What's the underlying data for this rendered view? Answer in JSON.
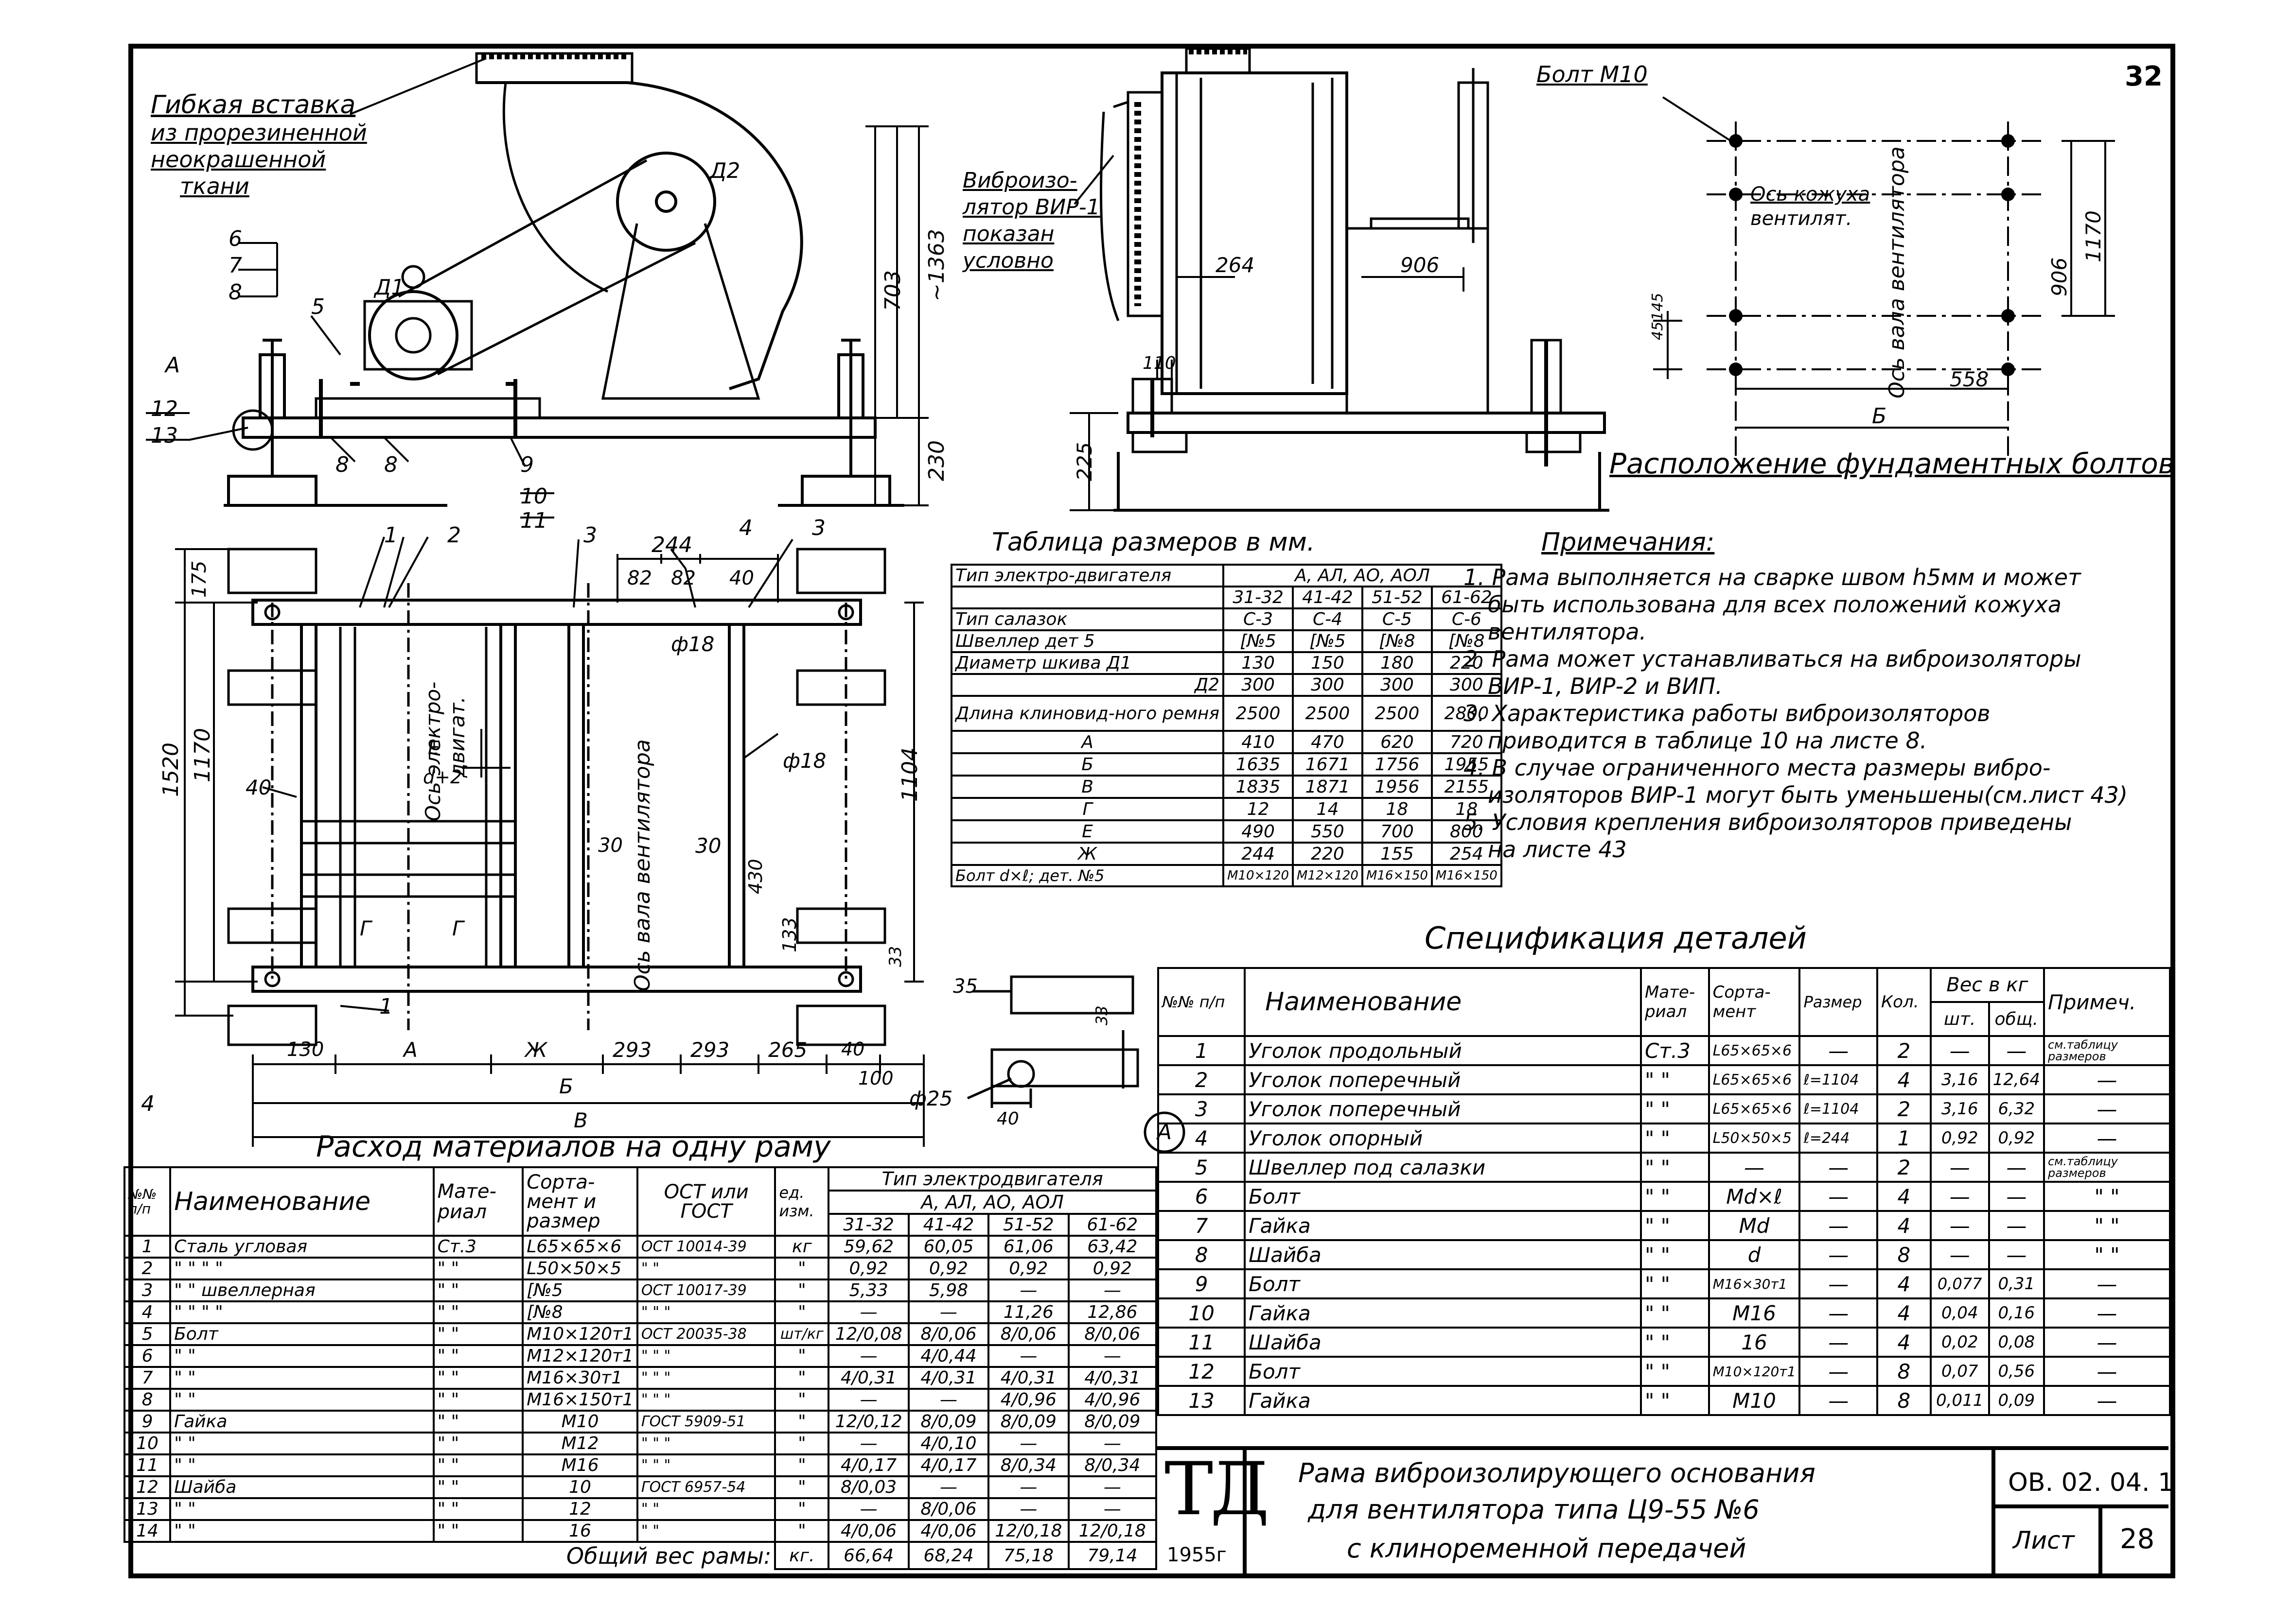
{
  "sheet_number_top": "32",
  "top_labels": {
    "flex_insert_1": "Гибкая вставка",
    "flex_insert_2": "из прорезиненной",
    "flex_insert_3": "неокрашенной",
    "flex_insert_4": "ткани",
    "vibro_1": "Виброизо-",
    "vibro_2": "лятор ВИР-1",
    "vibro_3": "показан",
    "vibro_4": "условно",
    "bolt_m10": "Болт М10",
    "axis_casing_1": "Ось кожуха",
    "axis_casing_2": "вентилят.",
    "axis_shaft": "Ось вала вентилятора",
    "bolt_layout_title": "Расположение фундаментных болтов",
    "d2": "Д2",
    "d1": "Д1",
    "callout_A": "А"
  },
  "dims": {
    "d703": "703",
    "d1363": "~1363",
    "d230": "230",
    "d225": "225",
    "d110": "110",
    "d264": "264",
    "d906a": "906",
    "d906b": "906",
    "d1170r": "1170",
    "d45": "45",
    "d145": "145",
    "d558": "558",
    "dB": "Б",
    "p6": "6",
    "p7": "7",
    "p8": "8",
    "p5": "5",
    "pA": "А",
    "p12": "12",
    "p13": "13",
    "p8b": "8",
    "p8c": "8",
    "p9": "9",
    "p10": "10",
    "p11": "11"
  },
  "plan": {
    "p1": "1",
    "p2": "2",
    "p3": "3",
    "p4": "4",
    "p3b": "3",
    "p1b": "1",
    "d244": "244",
    "d82a": "82",
    "d82b": "82",
    "d40": "40",
    "phi18a": "ф18",
    "d175": "175",
    "d1520": "1520",
    "d1170": "1170",
    "d1104": "1104",
    "d40l": "40",
    "axis_motor_1": "Ось электро-",
    "axis_motor_2": "двигат.",
    "axis_fan": "Ось вала вентилятора",
    "E": "Е",
    "dl2": "d+2",
    "d30a": "30",
    "d30b": "30",
    "phi18b": "ф18",
    "d430": "430",
    "d133": "133",
    "d33": "33",
    "G1": "Г",
    "G2": "Г",
    "b130": "130",
    "bA": "А",
    "bZh": "Ж",
    "b293a": "293",
    "b293b": "293",
    "b265": "265",
    "b40": "40",
    "b100": "100",
    "bB": "Б",
    "bV": "В",
    "left4": "4"
  },
  "detail_A": {
    "d35": "35",
    "d33": "33",
    "phi25": "ф25",
    "d40": "40",
    "mark": "А"
  },
  "size_table": {
    "title": "Таблица размеров в мм.",
    "rows": [
      [
        "Тип электро-двигателя",
        "А, АЛ, АО, АОЛ"
      ],
      [
        "",
        "31-32",
        "41-42",
        "51-52",
        "61-62"
      ],
      [
        "Тип салазок",
        "С-3",
        "С-4",
        "С-5",
        "С-6"
      ],
      [
        "Швеллер дет 5",
        "[№5",
        "[№5",
        "[№8",
        "[№8"
      ],
      [
        "Диаметр шкива Д1",
        "130",
        "150",
        "180",
        "220"
      ],
      [
        "Д2",
        "300",
        "300",
        "300",
        "300"
      ],
      [
        "Длина клиновид-ного ремня",
        "2500",
        "2500",
        "2500",
        "2800"
      ],
      [
        "А",
        "410",
        "470",
        "620",
        "720"
      ],
      [
        "Б",
        "1635",
        "1671",
        "1756",
        "1955"
      ],
      [
        "В",
        "1835",
        "1871",
        "1956",
        "2155"
      ],
      [
        "Г",
        "12",
        "14",
        "18",
        "18"
      ],
      [
        "Е",
        "490",
        "550",
        "700",
        "800"
      ],
      [
        "Ж",
        "244",
        "220",
        "155",
        "254"
      ],
      [
        "Болт d×ℓ; дет. №5",
        "М10×120",
        "М12×120",
        "М16×150",
        "М16×150"
      ]
    ]
  },
  "notes": {
    "title": "Примечания:",
    "items": [
      "1. Рама выполняется на сварке швом h5мм и может",
      "быть использована для всех положений кожуха",
      "вентилятора.",
      "2. Рама может устанавливаться на виброизоляторы",
      "ВИР-1, ВИР-2 и ВИП.",
      "3. Характеристика работы виброизоляторов",
      "приводится в таблице 10 на листе 8.",
      "4. В случае ограниченного места размеры вибро-",
      "изоляторов ВИР-1 могут быть уменьшены(см.лист 43)",
      "5. Условия крепления виброизоляторов приведены",
      "на листе 43"
    ]
  },
  "spec": {
    "title": "Спецификация деталей",
    "headers": [
      "№№ п/п",
      "Наименование",
      "Мате-риал",
      "Сорта-мент",
      "Размер",
      "Кол.",
      "Вес в кг",
      "шт.",
      "общ.",
      "Примеч."
    ],
    "rows": [
      [
        "1",
        "Уголок продольный",
        "Ст.3",
        "L65×65×6",
        "—",
        "2",
        "—",
        "—",
        "см.таблицу размеров"
      ],
      [
        "2",
        "Уголок поперечный",
        "\" \"",
        "L65×65×6",
        "ℓ=1104",
        "4",
        "3,16",
        "12,64",
        "—"
      ],
      [
        "3",
        "Уголок поперечный",
        "\" \"",
        "L65×65×6",
        "ℓ=1104",
        "2",
        "3,16",
        "6,32",
        "—"
      ],
      [
        "4",
        "Уголок опорный",
        "\" \"",
        "L50×50×5",
        "ℓ=244",
        "1",
        "0,92",
        "0,92",
        "—"
      ],
      [
        "5",
        "Швеллер под салазки",
        "\" \"",
        "—",
        "—",
        "2",
        "—",
        "—",
        "см.таблицу размеров"
      ],
      [
        "6",
        "Болт",
        "\" \"",
        "Мd×ℓ",
        "—",
        "4",
        "—",
        "—",
        "\" \""
      ],
      [
        "7",
        "Гайка",
        "\" \"",
        "Мd",
        "—",
        "4",
        "—",
        "—",
        "\" \""
      ],
      [
        "8",
        "Шайба",
        "\" \"",
        "d",
        "—",
        "8",
        "—",
        "—",
        "\" \""
      ],
      [
        "9",
        "Болт",
        "\" \"",
        "М16×30т1",
        "—",
        "4",
        "0,077",
        "0,31",
        "—"
      ],
      [
        "10",
        "Гайка",
        "\" \"",
        "М16",
        "—",
        "4",
        "0,04",
        "0,16",
        "—"
      ],
      [
        "11",
        "Шайба",
        "\" \"",
        "16",
        "—",
        "4",
        "0,02",
        "0,08",
        "—"
      ],
      [
        "12",
        "Болт",
        "\" \"",
        "М10×120т1",
        "—",
        "8",
        "0,07",
        "0,56",
        "—"
      ],
      [
        "13",
        "Гайка",
        "\" \"",
        "М10",
        "—",
        "8",
        "0,011",
        "0,09",
        "—"
      ]
    ]
  },
  "materials": {
    "title": "Расход материалов на одну раму",
    "h_no": "№№ п/п",
    "h_name": "Наименование",
    "h_mat": "Мате-риал",
    "h_sort": "Сорта-мент и размер",
    "h_gost": "ОСТ или ГОСТ",
    "h_unit": "ед. изм.",
    "h_type": "Тип электродвигателя",
    "h_series": "А, АЛ, АО, АОЛ",
    "h_cols": [
      "31-32",
      "41-42",
      "51-52",
      "61-62"
    ],
    "rows": [
      [
        "1",
        "Сталь угловая",
        "Ст.3",
        "L65×65×6",
        "ОСТ 10014-39",
        "кг",
        "59,62",
        "60,05",
        "61,06",
        "63,42"
      ],
      [
        "2",
        "\" \" \" \"",
        "\" \"",
        "L50×50×5",
        "\" \"",
        "\"",
        "0,92",
        "0,92",
        "0,92",
        "0,92"
      ],
      [
        "3",
        "\" \" швеллерная",
        "\" \"",
        "[№5",
        "ОСТ 10017-39",
        "\"",
        "5,33",
        "5,98",
        "—",
        "—"
      ],
      [
        "4",
        "\" \" \" \"",
        "\" \"",
        "[№8",
        "\" \" \"",
        "\"",
        "—",
        "—",
        "11,26",
        "12,86"
      ],
      [
        "5",
        "Болт",
        "\" \"",
        "М10×120т1",
        "ОСТ 20035-38",
        "шт/кг",
        "12/0,08",
        "8/0,06",
        "8/0,06",
        "8/0,06"
      ],
      [
        "6",
        "\" \"",
        "\" \"",
        "М12×120т1",
        "\" \" \"",
        "\"",
        "—",
        "4/0,44",
        "—",
        "—"
      ],
      [
        "7",
        "\" \"",
        "\" \"",
        "М16×30т1",
        "\" \" \"",
        "\"",
        "4/0,31",
        "4/0,31",
        "4/0,31",
        "4/0,31"
      ],
      [
        "8",
        "\" \"",
        "\" \"",
        "М16×150т1",
        "\" \" \"",
        "\"",
        "—",
        "—",
        "4/0,96",
        "4/0,96"
      ],
      [
        "9",
        "Гайка",
        "\" \"",
        "М10",
        "ГОСТ 5909-51",
        "\"",
        "12/0,12",
        "8/0,09",
        "8/0,09",
        "8/0,09"
      ],
      [
        "10",
        "\" \"",
        "\" \"",
        "М12",
        "\" \" \"",
        "\"",
        "—",
        "4/0,10",
        "—",
        "—"
      ],
      [
        "11",
        "\" \"",
        "\" \"",
        "М16",
        "\" \" \"",
        "\"",
        "4/0,17",
        "4/0,17",
        "8/0,34",
        "8/0,34"
      ],
      [
        "12",
        "Шайба",
        "\" \"",
        "10",
        "ГОСТ 6957-54",
        "\"",
        "8/0,03",
        "—",
        "—",
        "—"
      ],
      [
        "13",
        "\" \"",
        "\" \"",
        "12",
        "\" \"",
        "\"",
        "—",
        "8/0,06",
        "—",
        "—"
      ],
      [
        "14",
        "\" \"",
        "\" \"",
        "16",
        "\" \"",
        "\"",
        "4/0,06",
        "4/0,06",
        "12/0,18",
        "12/0,18"
      ]
    ],
    "total_label": "Общий вес рамы:",
    "total_unit": "кг.",
    "totals": [
      "66,64",
      "68,24",
      "75,18",
      "79,14"
    ]
  },
  "title_block": {
    "logo": "ТД",
    "year": "1955г",
    "line1": "Рама виброизолирующего основания",
    "line2": "для вентилятора типа Ц9-55 №6",
    "line3": "с клиноременной передачей",
    "code": "ОВ. 02. 04. 1",
    "sheet_label": "Лист",
    "sheet_no": "28"
  }
}
